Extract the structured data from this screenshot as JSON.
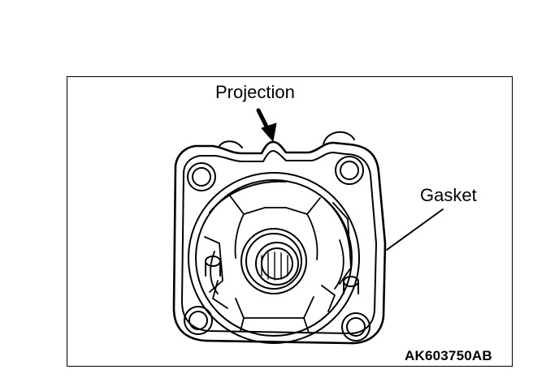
{
  "figure": {
    "labels": {
      "projection": "Projection",
      "gasket": "Gasket"
    },
    "figure_code": "AK603750AB"
  },
  "colors": {
    "line": "#000000",
    "background": "#ffffff"
  },
  "icons": {
    "part": "gasket-housing-illustration",
    "callout": "arrow-pointer-icon"
  }
}
